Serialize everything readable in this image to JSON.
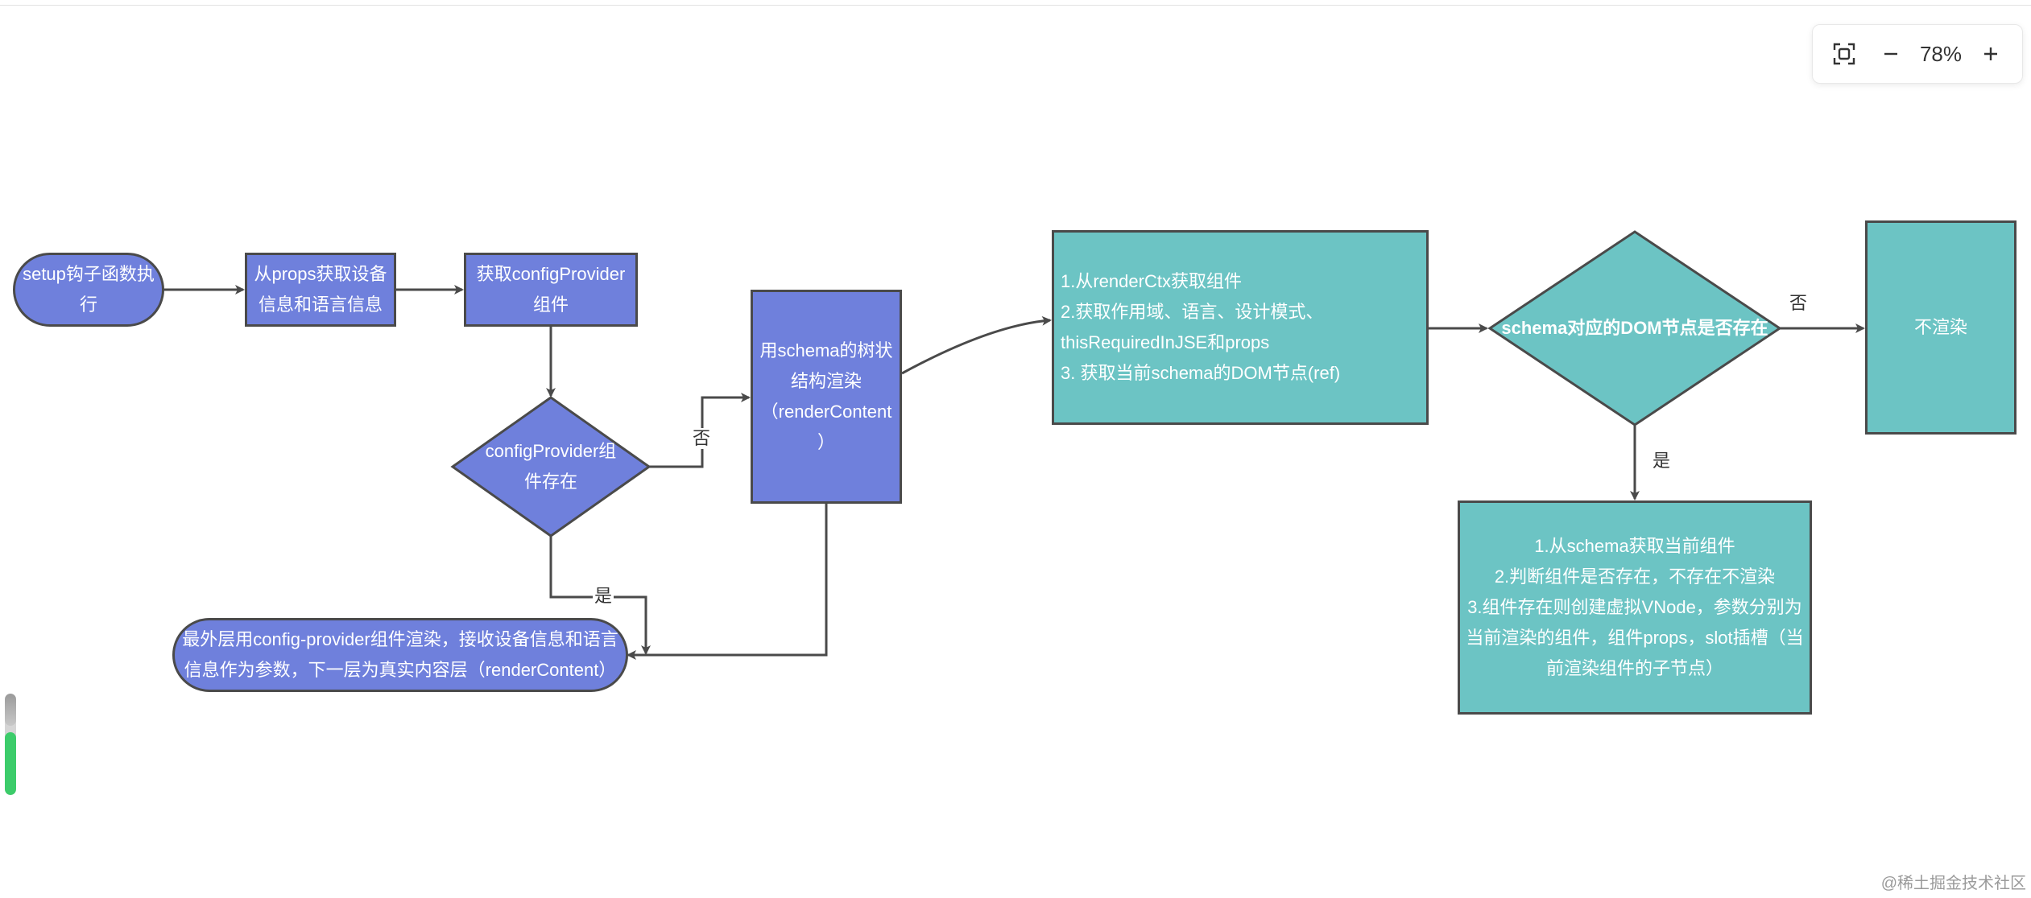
{
  "nodes": {
    "setup": "setup钩子函数执\n行",
    "get_props": "从props获取设备\n信息和语言信息",
    "get_config_provider": "获取configProvider\n组件",
    "config_provider_exists": "configProvider组\n件存在",
    "render_tree": "用schema的树状\n结构渲染\n（renderContent\n）",
    "outer_layer": "最外层用config-provider组件渲染，接收设备信息和语言\n信息作为参数，下一层为真实内容层（renderContent）",
    "render_ctx_steps": "1.从renderCtx获取组件\n2.获取作用域、语言、设计模式、\nthisRequiredInJSE和props\n3. 获取当前schema的DOM节点(ref)",
    "dom_exists": "schema对应的DOM节点是否存在",
    "no_render": "不渲染",
    "create_vnode_steps": "1.从schema获取当前组件\n2.判断组件是否存在，不存在不渲染\n3.组件存在则创建虚拟VNode，参数分别为\n当前渲染的组件，组件props，slot插槽（当\n前渲染组件的子节点）"
  },
  "edge_labels": {
    "no_provider": "否",
    "yes_provider": "是",
    "no_dom": "否",
    "yes_dom": "是"
  },
  "zoom": {
    "level": "78%",
    "fit_icon": "fit-screen-icon",
    "minus_icon": "minus-icon",
    "plus_icon": "plus-icon"
  },
  "scroll": {
    "fill_percent": 62
  },
  "watermark": "@稀土掘金技术社区",
  "colors": {
    "purple": "#6f80dc",
    "teal": "#6cc4c4",
    "stroke": "#4a4a4a"
  }
}
